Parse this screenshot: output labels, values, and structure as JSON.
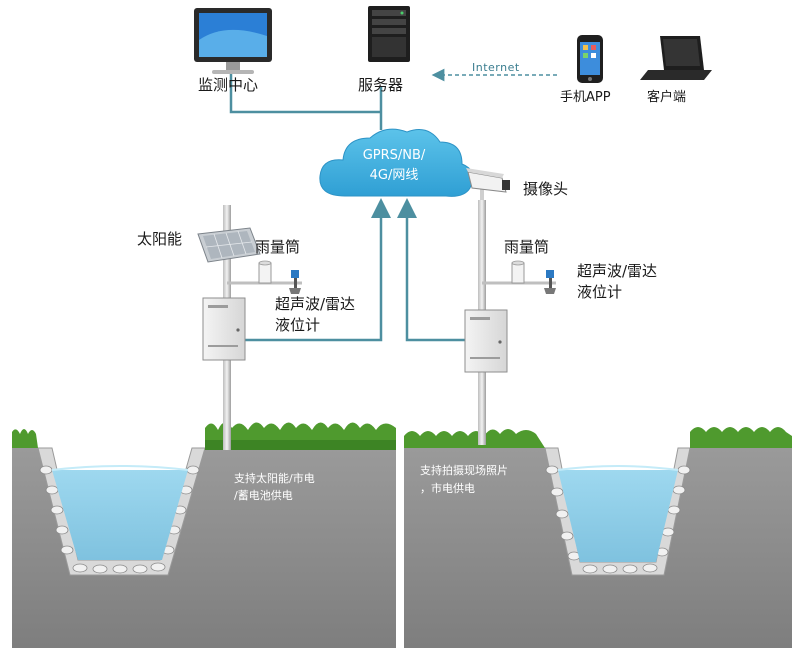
{
  "top": {
    "monitor_center": "监测中心",
    "server": "服务器",
    "internet": "Internet",
    "mobile_app": "手机APP",
    "client": "客户端"
  },
  "cloud": {
    "line1": "GPRS/NB/",
    "line2": "4G/网线"
  },
  "left_station": {
    "solar_panel": "太阳能",
    "rain_gauge": "雨量筒",
    "level_meter_line1": "超声波/雷达",
    "level_meter_line2": "液位计",
    "power_note_line1": "支持太阳能/市电",
    "power_note_line2": "/蓄电池供电"
  },
  "right_station": {
    "camera": "摄像头",
    "rain_gauge": "雨量筒",
    "level_meter_line1": "超声波/雷达",
    "level_meter_line2": "液位计",
    "photo_note_line1": "支持拍摄现场照片",
    "photo_note_line2": "，市电供电"
  },
  "colors": {
    "connector": "#4d8fa0",
    "internet_arrow": "#4d8fa0",
    "ground": "#8d8d8d",
    "water": "#8fcfe8",
    "grass": "#4f9a2e",
    "cloud": "#49b3df"
  }
}
